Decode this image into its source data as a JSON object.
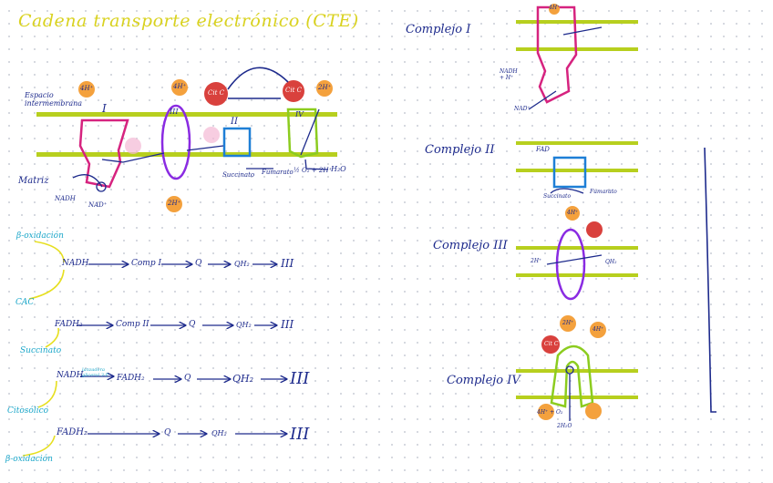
{
  "title": "Cadena transporte electrónico (CTE)",
  "left_diagram": {
    "espacio_label": "Espacio intermembrana",
    "matriz_label": "Matriz",
    "complex_labels": [
      "I",
      "III",
      "II",
      "IV"
    ],
    "proton_badges": [
      "4H⁺",
      "4H⁺",
      "2H⁺",
      "2H⁺"
    ],
    "cytc_label": "Cit C",
    "nadh_label": "NADH",
    "nad_label": "NAD⁺",
    "succinato_label": "Succinato",
    "fumarato_label": "Fumarato",
    "oxygen_label": "½ O₂ + 2H⁺",
    "water_label": "H₂O"
  },
  "pathways": [
    {
      "source": "β-oxidación",
      "source2": "CAC",
      "start": "NADH",
      "steps": [
        "Comp I",
        "Q",
        "QH₂",
        "III"
      ]
    },
    {
      "source": "Succinato",
      "start": "FADH₂",
      "steps": [
        "Comp II",
        "Q",
        "QH₂",
        "III"
      ]
    },
    {
      "source": "Citosólico",
      "start": "NADH",
      "lanzadera": "lanzadera glicerol 3-P",
      "steps": [
        "FADH₂",
        "Q",
        "QH₂",
        "III"
      ]
    },
    {
      "source": "β-oxidación",
      "start": "FADH₂",
      "steps": [
        "Q",
        "QH₂",
        "III"
      ]
    }
  ],
  "right_complexes": [
    {
      "label": "Complejo I",
      "badges": [
        "4H⁺"
      ],
      "inner": "NADH + H⁺",
      "out": "NAD⁺"
    },
    {
      "label": "Complejo II",
      "badges": [],
      "inner": "FAD",
      "left": "Succinato",
      "right": "Fumarato"
    },
    {
      "label": "Complejo III",
      "badges": [
        "2H⁺",
        "4H⁺"
      ],
      "inner": "QH₂"
    },
    {
      "label": "Complejo IV",
      "badges": [
        "2H⁺",
        "4H⁺",
        "4H⁺ + O₂",
        "2H₂O"
      ],
      "inner": "Cit C"
    }
  ],
  "colors": {
    "title": "#d9d21f",
    "ink": "#1d2a8c",
    "membrane": "#b7cf1e",
    "complex_I": "#d6237f",
    "complex_III": "#8a2be2",
    "complex_II": "#1e7fd6",
    "complex_IV": "#8ccc1f",
    "cytc": "#d9413d",
    "proton": "#f4a13d",
    "annotation": "#1aa6c9",
    "arrow_yellow": "#e6df1f"
  }
}
